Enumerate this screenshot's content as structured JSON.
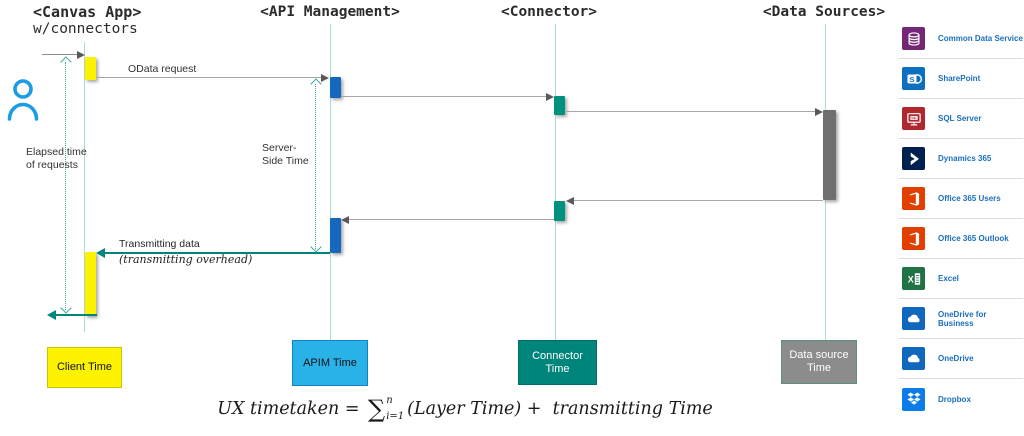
{
  "diagram": {
    "lifelines": {
      "canvas": {
        "title": "<Canvas App>",
        "subtitle": "w/connectors"
      },
      "apim": {
        "title": "<API Management>"
      },
      "connector": {
        "title": "<Connector>"
      },
      "datasources": {
        "title": "<Data Sources>"
      }
    },
    "labels": {
      "odata_request": "OData request",
      "elapsed_time": "Elapsed time of requests",
      "server_side_time": "Server-Side Time",
      "transmitting_data": "Transmitting data",
      "transmitting_overhead": "(transmitting overhead)"
    },
    "legend": {
      "client": "Client Time",
      "apim": "APIM Time",
      "connector": "Connector Time",
      "datasource": "Data source Time"
    },
    "formula": {
      "lhs": "UX timetaken = ",
      "sigma": "∑",
      "sum_upper": "n",
      "sum_lower": "i=1",
      "rhs": "(Layer Time) +  transmitting Time"
    }
  },
  "sidebar": {
    "items": [
      {
        "label": "Common Data Service",
        "icon": "database-icon",
        "color": "#742774"
      },
      {
        "label": "SharePoint",
        "icon": "sharepoint-icon",
        "color": "#0c6fc0"
      },
      {
        "label": "SQL Server",
        "icon": "sql-server-icon",
        "color": "#b0282e"
      },
      {
        "label": "Dynamics 365",
        "icon": "dynamics-icon",
        "color": "#002050"
      },
      {
        "label": "Office 365 Users",
        "icon": "office-icon",
        "color": "#e13f00"
      },
      {
        "label": "Office 365 Outlook",
        "icon": "office-icon",
        "color": "#e13f00"
      },
      {
        "label": "Excel",
        "icon": "excel-icon",
        "color": "#217346"
      },
      {
        "label": "OneDrive for Business",
        "icon": "onedrive-icon",
        "color": "#0f68be"
      },
      {
        "label": "OneDrive",
        "icon": "onedrive-icon",
        "color": "#0f68be"
      },
      {
        "label": "Dropbox",
        "icon": "dropbox-icon",
        "color": "#0b7ce8"
      }
    ]
  },
  "colors": {
    "client_yellow": "#fdf300",
    "apim_activation_blue": "#1668bd",
    "apim_legend_cyan": "#29b2e8",
    "connector_teal": "#00857c",
    "datasource_gray": "#8c8c8c",
    "lifeline_teal": "#abddd2",
    "dotted_measure_teal": "#3aa79a",
    "message_gray": "#a6a6a6",
    "sidebar_label_blue": "#1a6fbf",
    "person_blue": "#1b9ce5"
  }
}
